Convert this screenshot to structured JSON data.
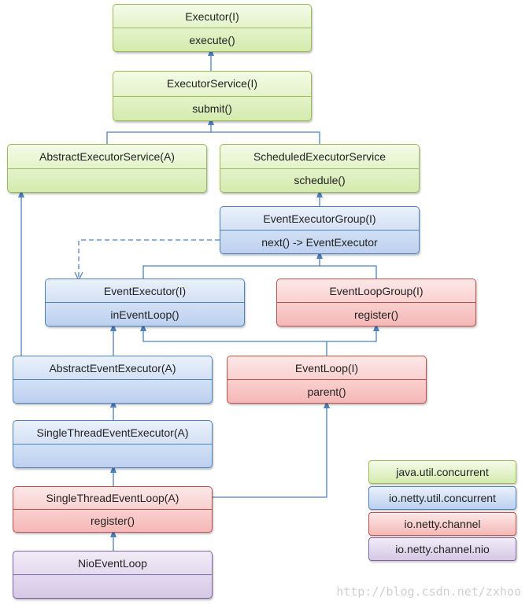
{
  "nodes": {
    "executor": {
      "title": "Executor(I)",
      "method": "execute()"
    },
    "executor_service": {
      "title": "ExecutorService(I)",
      "method": "submit()"
    },
    "abstract_executor_service": {
      "title": "AbstractExecutorService(A)",
      "method": ""
    },
    "scheduled_executor_service": {
      "title": "ScheduledExecutorService",
      "method": "schedule()"
    },
    "event_executor_group": {
      "title": "EventExecutorGroup(I)",
      "method": "next() -> EventExecutor"
    },
    "event_executor": {
      "title": "EventExecutor(I)",
      "method": "inEventLoop()"
    },
    "event_loop_group": {
      "title": "EventLoopGroup(I)",
      "method": "register()"
    },
    "abstract_event_executor": {
      "title": "AbstractEventExecutor(A)",
      "method": ""
    },
    "event_loop": {
      "title": "EventLoop(I)",
      "method": "parent()"
    },
    "single_thread_event_executor": {
      "title": "SingleThreadEventExecutor(A)",
      "method": ""
    },
    "single_thread_event_loop": {
      "title": "SingleThreadEventLoop(A)",
      "method": "register()"
    },
    "nio_event_loop": {
      "title": "NioEventLoop",
      "method": ""
    }
  },
  "legend": [
    {
      "label": "java.util.concurrent",
      "color": "green"
    },
    {
      "label": "io.netty.util.concurrent",
      "color": "blue"
    },
    {
      "label": "io.netty.channel",
      "color": "red"
    },
    {
      "label": "io.netty.channel.nio",
      "color": "purple"
    }
  ],
  "colors": {
    "green_border": "#9bbb59",
    "blue_border": "#4f81bd",
    "red_border": "#c0504d",
    "purple_border": "#8064a2",
    "arrow": "#4f81bd"
  },
  "watermark": "http://blog.csdn.net/zxhoo"
}
